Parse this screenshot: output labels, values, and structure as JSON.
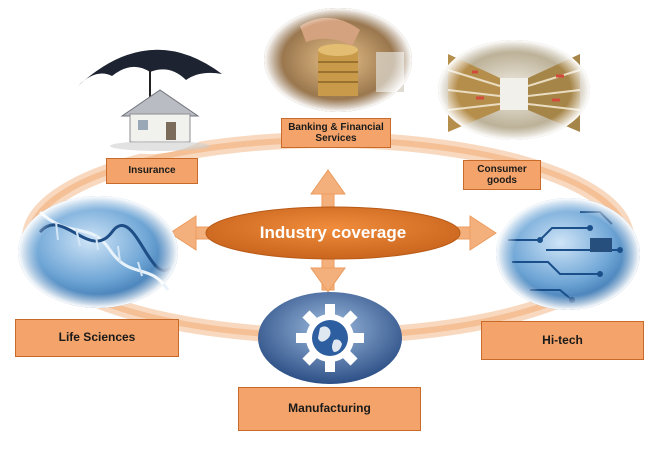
{
  "center": {
    "label": "Industry coverage"
  },
  "sectors": {
    "insurance": "Insurance",
    "banking": "Banking & Financial Services",
    "consumer": "Consumer goods",
    "life_sciences": "Life Sciences",
    "hitech": "Hi-tech",
    "manufacturing": "Manufacturing"
  },
  "icons": {
    "insurance": "umbrella-house-icon",
    "banking": "coin-stack-icon",
    "consumer": "supermarket-aisle-icon",
    "life_sciences": "dna-helix-icon",
    "hitech": "circuit-board-icon",
    "manufacturing": "gear-globe-icon"
  },
  "colors": {
    "accent": "#e07a2c",
    "label_fill": "#f4a46a",
    "ring": "#f6c9a4"
  }
}
